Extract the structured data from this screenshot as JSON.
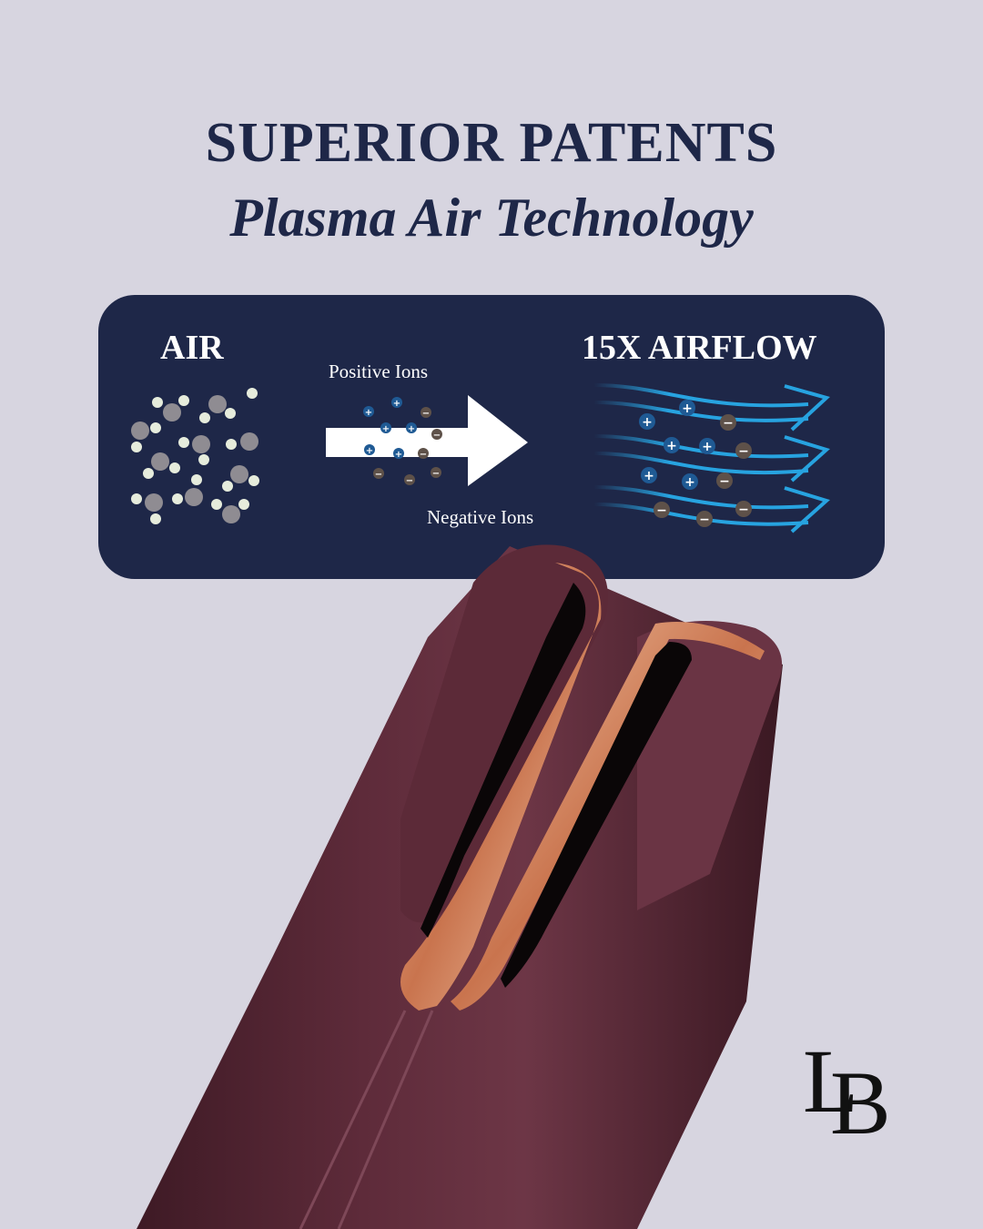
{
  "header": {
    "title": "SUPERIOR PATENTS",
    "subtitle": "Plasma Air Technology"
  },
  "diagram": {
    "left_label": "AIR",
    "positive_ions_label": "Positive Ions",
    "negative_ions_label": "Negative Ions",
    "right_label": "15X AIRFLOW",
    "colors": {
      "panel_bg": "#1e2748",
      "positive_ion": "#1f5a94",
      "negative_ion": "#5e5149",
      "airflow": "#27a3e0",
      "molecule_core": "#8f8c92",
      "molecule_h": "#e6ecdc"
    }
  },
  "product": {
    "description": "Plum hair styler with rose-gold air vents",
    "body_color": "#5a2a37",
    "trim_color": "#d99a78"
  },
  "logo": {
    "letter_1": "L",
    "letter_2": "B"
  }
}
